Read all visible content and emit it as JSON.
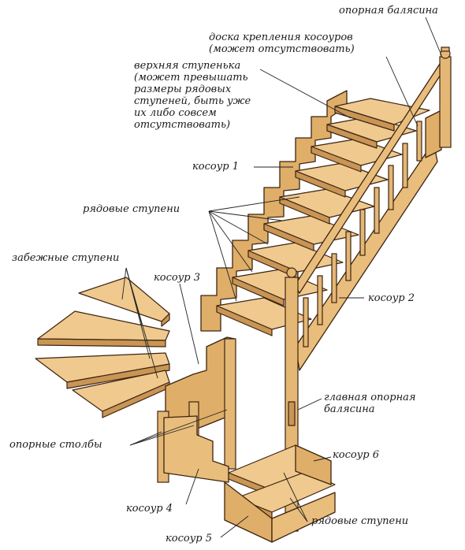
{
  "labels": {
    "opornaya_balyasina": "опорная балясина",
    "doska": "доска крепления косоуров\n(может отсутствовать)",
    "verkhnyaya": "верхняя ступенька\n(может превышать\nразмеры рядовых\nступеней, быть уже\nих либо совсем\nотсутствовать)",
    "kosour1": "косоур 1",
    "ryadovye_top": "рядовые ступени",
    "zabezhnye": "забежные ступени",
    "kosour3": "косоур 3",
    "kosour2": "косоур 2",
    "glavnaya": "главная опорная\nбалясина",
    "opornye_stolby": "опорные столбы",
    "kosour6": "косоур 6",
    "kosour4": "косоур 4",
    "ryadovye_bottom": "рядовые ступени",
    "kosour5": "косоур 5"
  },
  "colors": {
    "wood_light": "#efc98e",
    "wood_mid": "#e9bd7c",
    "wood_dark": "#c99555",
    "outline": "#3d2410"
  }
}
